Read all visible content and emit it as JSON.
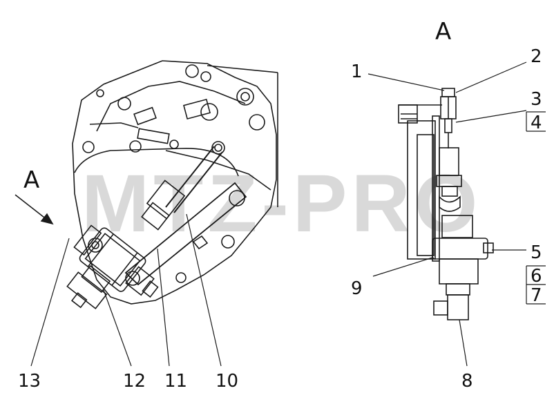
{
  "view_markers": {
    "left": "A",
    "right": "A"
  },
  "watermark": "MTZ-PRO",
  "callouts": {
    "c1": "1",
    "c2": "2",
    "c3": "3",
    "c4": "4",
    "c5": "5",
    "c6": "6",
    "c7": "7",
    "c8": "8",
    "c9": "9",
    "c10": "10",
    "c11": "11",
    "c12": "12",
    "c13": "13"
  },
  "colors": {
    "line": "#1a1a1a",
    "watermark": "#d9d9d9",
    "background": "#ffffff"
  }
}
